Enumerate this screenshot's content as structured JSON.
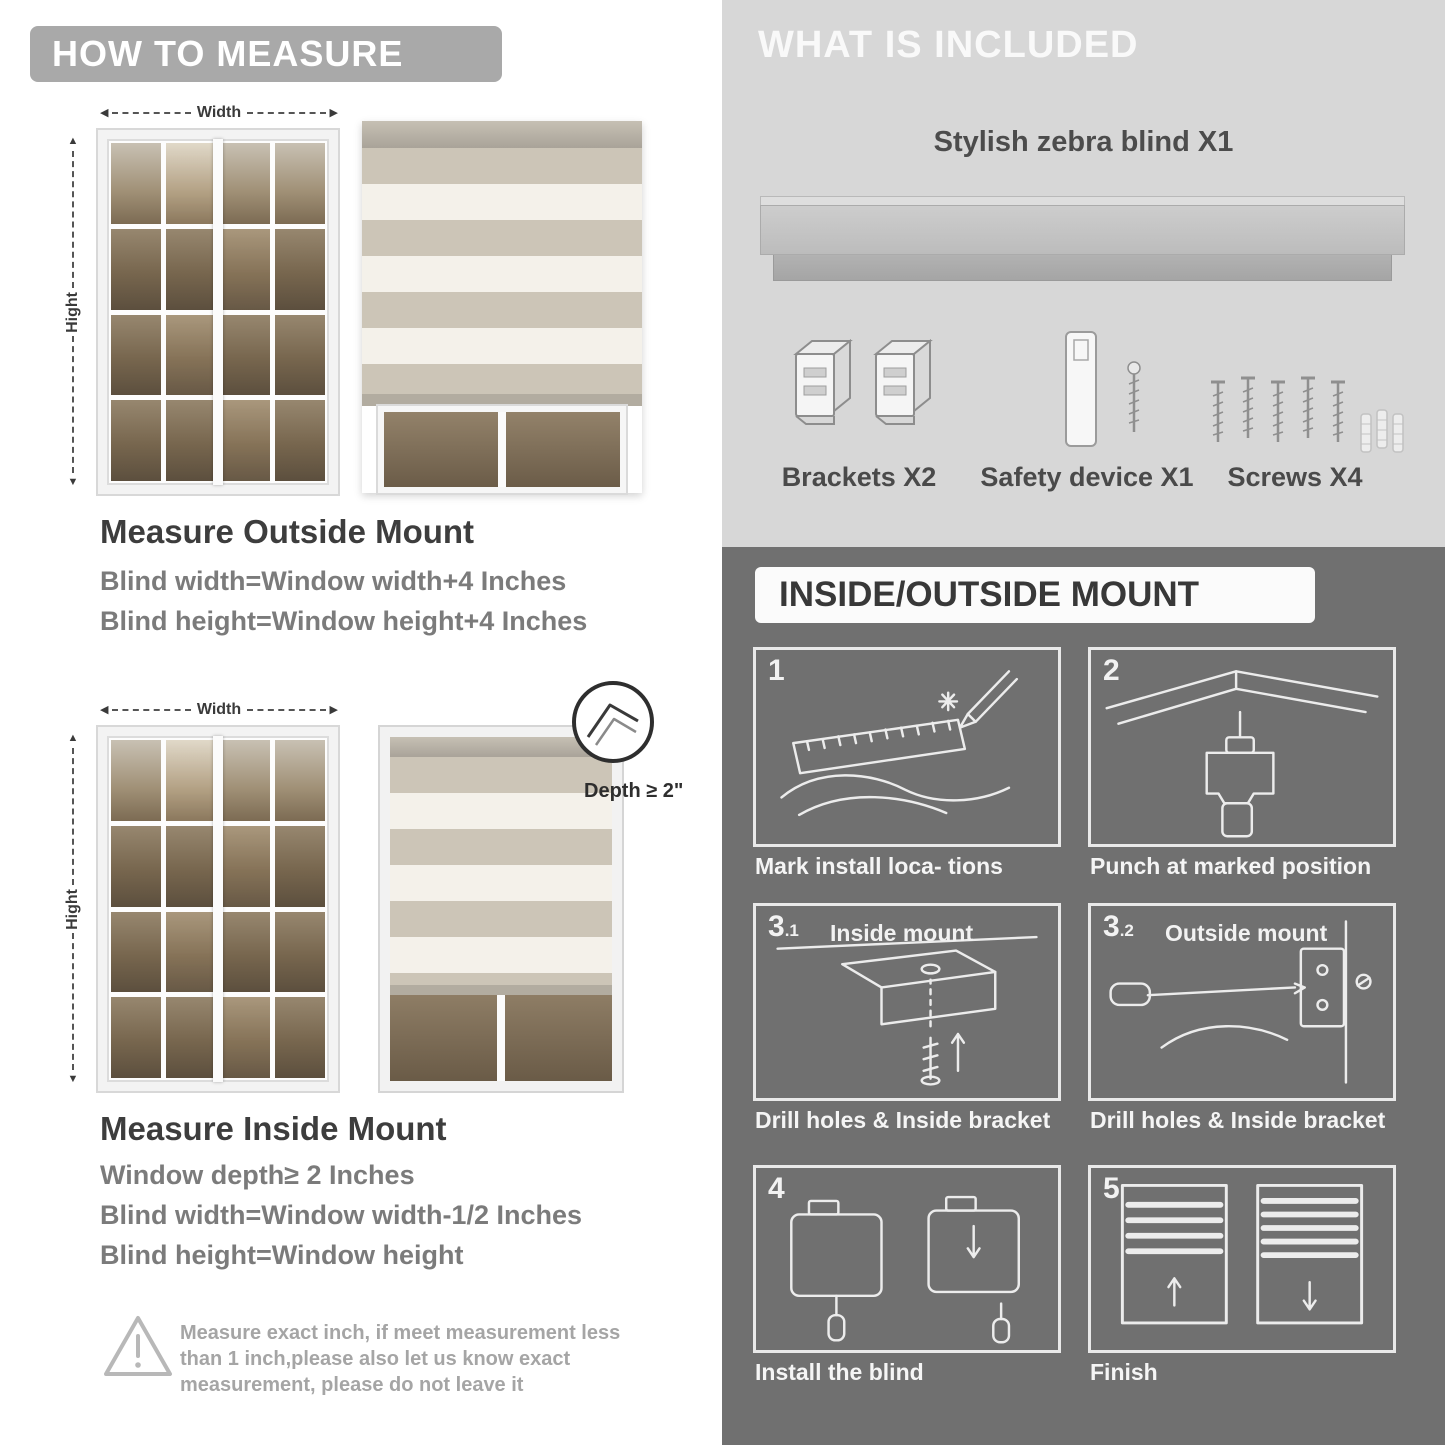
{
  "colors": {
    "banner": "#a9a9a9",
    "light_panel": "#d7d7d7",
    "dark_panel": "#707070",
    "heading_text": "#3d3d3d"
  },
  "icons": {
    "arrow_left": "◀",
    "arrow_right": "▶",
    "arrow_up": "▲",
    "arrow_down": "▼"
  },
  "left": {
    "header": "HOW TO MEASURE",
    "labels": {
      "width": "Width",
      "height": "Hight"
    },
    "outside": {
      "title": "Measure Outside Mount",
      "line1": "Blind width=Window width+4 Inches",
      "line2": "Blind height=Window height+4 Inches"
    },
    "inside": {
      "title": "Measure Inside Mount",
      "line1": "Window depth≥ 2 Inches",
      "line2": "Blind width=Window width-1/2 Inches",
      "line3": "Blind height=Window height",
      "depth_label": "Depth ≥ 2\""
    },
    "warning": "Measure exact inch, if meet measurement less than 1 inch,please also let us know exact measurement, please do not leave it"
  },
  "right": {
    "included": {
      "header": "WHAT IS INCLUDED",
      "blind_label": "Stylish zebra blind X1",
      "items": [
        {
          "label": "Brackets X2"
        },
        {
          "label": "Safety device X1"
        },
        {
          "label": "Screws X4"
        }
      ]
    },
    "mount": {
      "header": "INSIDE/OUTSIDE MOUNT",
      "steps": [
        {
          "num": "1",
          "sub": "",
          "title": "",
          "caption": "Mark install loca- tions"
        },
        {
          "num": "2",
          "sub": "",
          "title": "",
          "caption": "Punch at  marked position"
        },
        {
          "num": "3",
          "sub": ".1",
          "title": "Inside mount",
          "caption": "Drill holes &  Inside bracket"
        },
        {
          "num": "3",
          "sub": ".2",
          "title": "Outside mount",
          "caption": "Drill holes &  Inside bracket"
        },
        {
          "num": "4",
          "sub": "",
          "title": "",
          "caption": "Install the blind"
        },
        {
          "num": "5",
          "sub": "",
          "title": "",
          "caption": "Finish"
        }
      ]
    }
  }
}
